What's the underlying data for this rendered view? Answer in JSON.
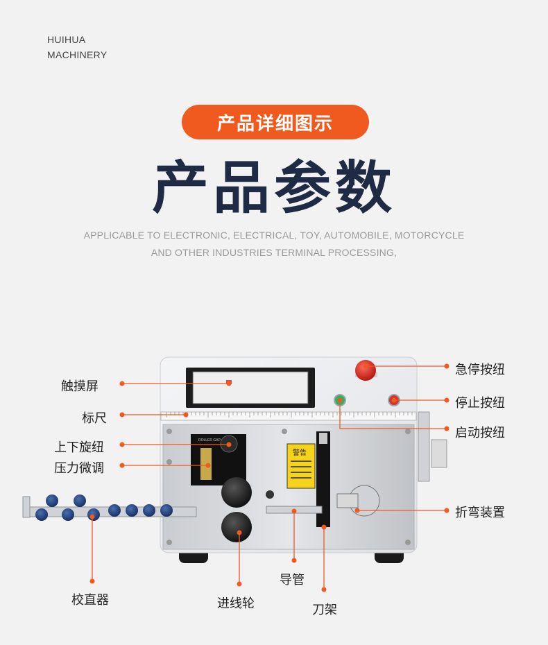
{
  "brand": {
    "line1": "HUIHUA",
    "line2": "MACHINERY"
  },
  "section_pill": "产品详细图示",
  "main_title": "产品参数",
  "subtitle": {
    "line1": "APPLICABLE TO ELECTRONIC, ELECTRICAL, TOY, AUTOMOBILE, MOTORCYCLE",
    "line2": "AND OTHER INDUSTRIES TERMINAL PROCESSING,"
  },
  "machine_labels": {
    "warning_sign": "警告",
    "dial_text": "ROLLER GAP"
  },
  "callouts": {
    "touchscreen": "触摸屏",
    "ruler": "标尺",
    "knob": "上下旋纽",
    "pressure": "压力微调",
    "emergency_stop": "急停按纽",
    "stop_button": "停止按纽",
    "start_button": "启动按纽",
    "bending_device": "折弯装置",
    "straightener": "校直器",
    "feed_wheel": "进线轮",
    "guide_tube": "导管",
    "blade_holder": "刀架"
  },
  "colors": {
    "accent": "#f05a1e",
    "title": "#1f2a44"
  }
}
